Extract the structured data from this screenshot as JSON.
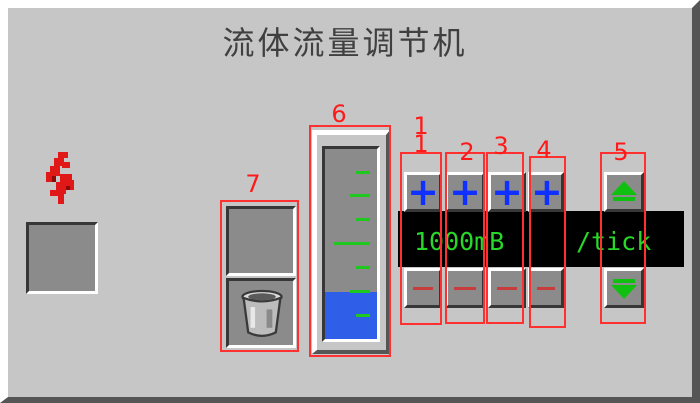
{
  "window": {
    "title": "流体流量调节机"
  },
  "display": {
    "amount": "1000mB",
    "unit": "/tick"
  },
  "adjust": {
    "increase_buttons": [
      "+",
      "+",
      "+",
      "+"
    ],
    "decrease_count": 4
  },
  "annotations": [
    "1",
    "2",
    "3",
    "4",
    "5",
    "6",
    "7",
    "1"
  ],
  "tank": {
    "fill_fraction": 0.24,
    "fluid": "water",
    "fluid_color": "#2f5ee8"
  },
  "colors": {
    "display_text": "#28d828",
    "plus": "#1030ff",
    "minus": "#c83c3c",
    "arrow": "#10c010",
    "annotation": "#ff3030",
    "redstone": "#e01818"
  },
  "icons": {
    "power": "redstone-icon",
    "bucket": "bucket-icon",
    "up": "arrow-up-icon",
    "down": "arrow-down-icon"
  }
}
